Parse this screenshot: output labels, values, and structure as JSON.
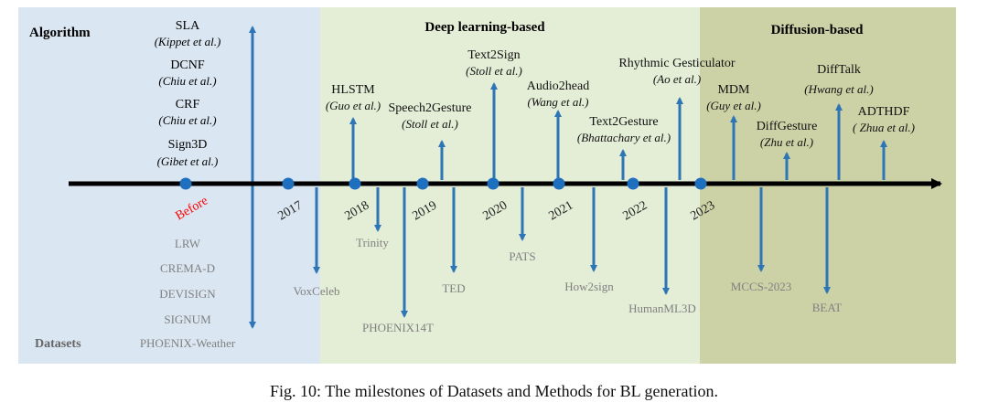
{
  "colors": {
    "region_before": "#dae6f1",
    "region_deep": "#e4edd6",
    "region_diffusion": "#cdd2a6",
    "timeline": "#000000",
    "arrow": "#2e75b6",
    "dot": "#1f6fbf",
    "method_name": "#111111",
    "dataset_text": "#808080",
    "before_label": "#ff0000"
  },
  "regions": [
    {
      "id": "before",
      "label": ""
    },
    {
      "id": "deep",
      "label": "Deep learning-based"
    },
    {
      "id": "diffusion",
      "label": "Diffusion-based"
    }
  ],
  "row_labels": {
    "algorithm": "Algorithm",
    "datasets": "Datasets"
  },
  "years": [
    {
      "label": "Before",
      "highlight": true
    },
    {
      "label": "2017"
    },
    {
      "label": "2018"
    },
    {
      "label": "2019"
    },
    {
      "label": "2020"
    },
    {
      "label": "2021"
    },
    {
      "label": "2022"
    },
    {
      "label": "2023"
    }
  ],
  "before_methods": [
    {
      "name": "SLA",
      "cite": "(Kippet et al.)"
    },
    {
      "name": "DCNF",
      "cite": "(Chiu et al.)"
    },
    {
      "name": "CRF",
      "cite": "(Chiu et al.)"
    },
    {
      "name": "Sign3D",
      "cite": "(Gibet et al.)"
    }
  ],
  "before_datasets": [
    "LRW",
    "CREMA-D",
    "DEVISIGN",
    "SIGNUM",
    "PHOENIX-Weather"
  ],
  "methods": [
    {
      "name": "HLSTM",
      "cite": "(Guo et al.)"
    },
    {
      "name": "Speech2Gesture",
      "cite": "(Stoll et al.)"
    },
    {
      "name": "Text2Sign",
      "cite": "(Stoll et al.)"
    },
    {
      "name": "Audio2head",
      "cite": "(Wang et al.)"
    },
    {
      "name": "Text2Gesture",
      "cite": "(Bhattachary et al.)"
    },
    {
      "name": "Rhythmic Gesticulator",
      "cite": "(Ao et al.)"
    },
    {
      "name": "MDM",
      "cite": "(Guy et al.)"
    },
    {
      "name": "DiffGesture",
      "cite": "(Zhu et al.)"
    },
    {
      "name": "DiffTalk",
      "cite": "(Hwang et al.)"
    },
    {
      "name": "ADTHDF",
      "cite": "( Zhua et al.)"
    }
  ],
  "datasets": [
    {
      "name": "VoxCeleb"
    },
    {
      "name": "Trinity"
    },
    {
      "name": "PHOENIX14T"
    },
    {
      "name": "TED"
    },
    {
      "name": "PATS"
    },
    {
      "name": "How2sign"
    },
    {
      "name": "HumanML3D"
    },
    {
      "name": "MCCS-2023"
    },
    {
      "name": "BEAT"
    }
  ],
  "caption": "Fig. 10: The milestones of Datasets and Methods for BL generation."
}
